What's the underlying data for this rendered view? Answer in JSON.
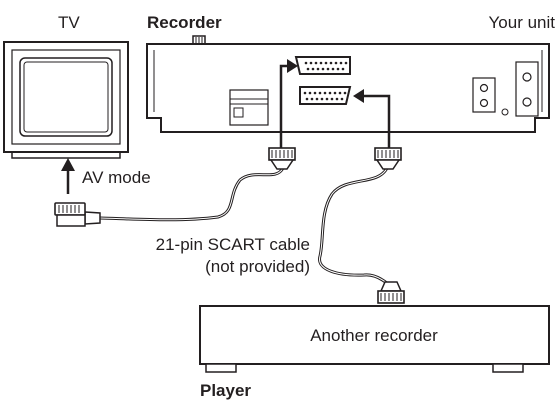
{
  "labels": {
    "tv": "TV",
    "recorder": "Recorder",
    "your_unit": "Your unit",
    "av_mode": "AV mode",
    "cable_line1": "21-pin SCART cable",
    "cable_line2": "(not provided)",
    "another_recorder": "Another recorder",
    "player": "Player"
  }
}
